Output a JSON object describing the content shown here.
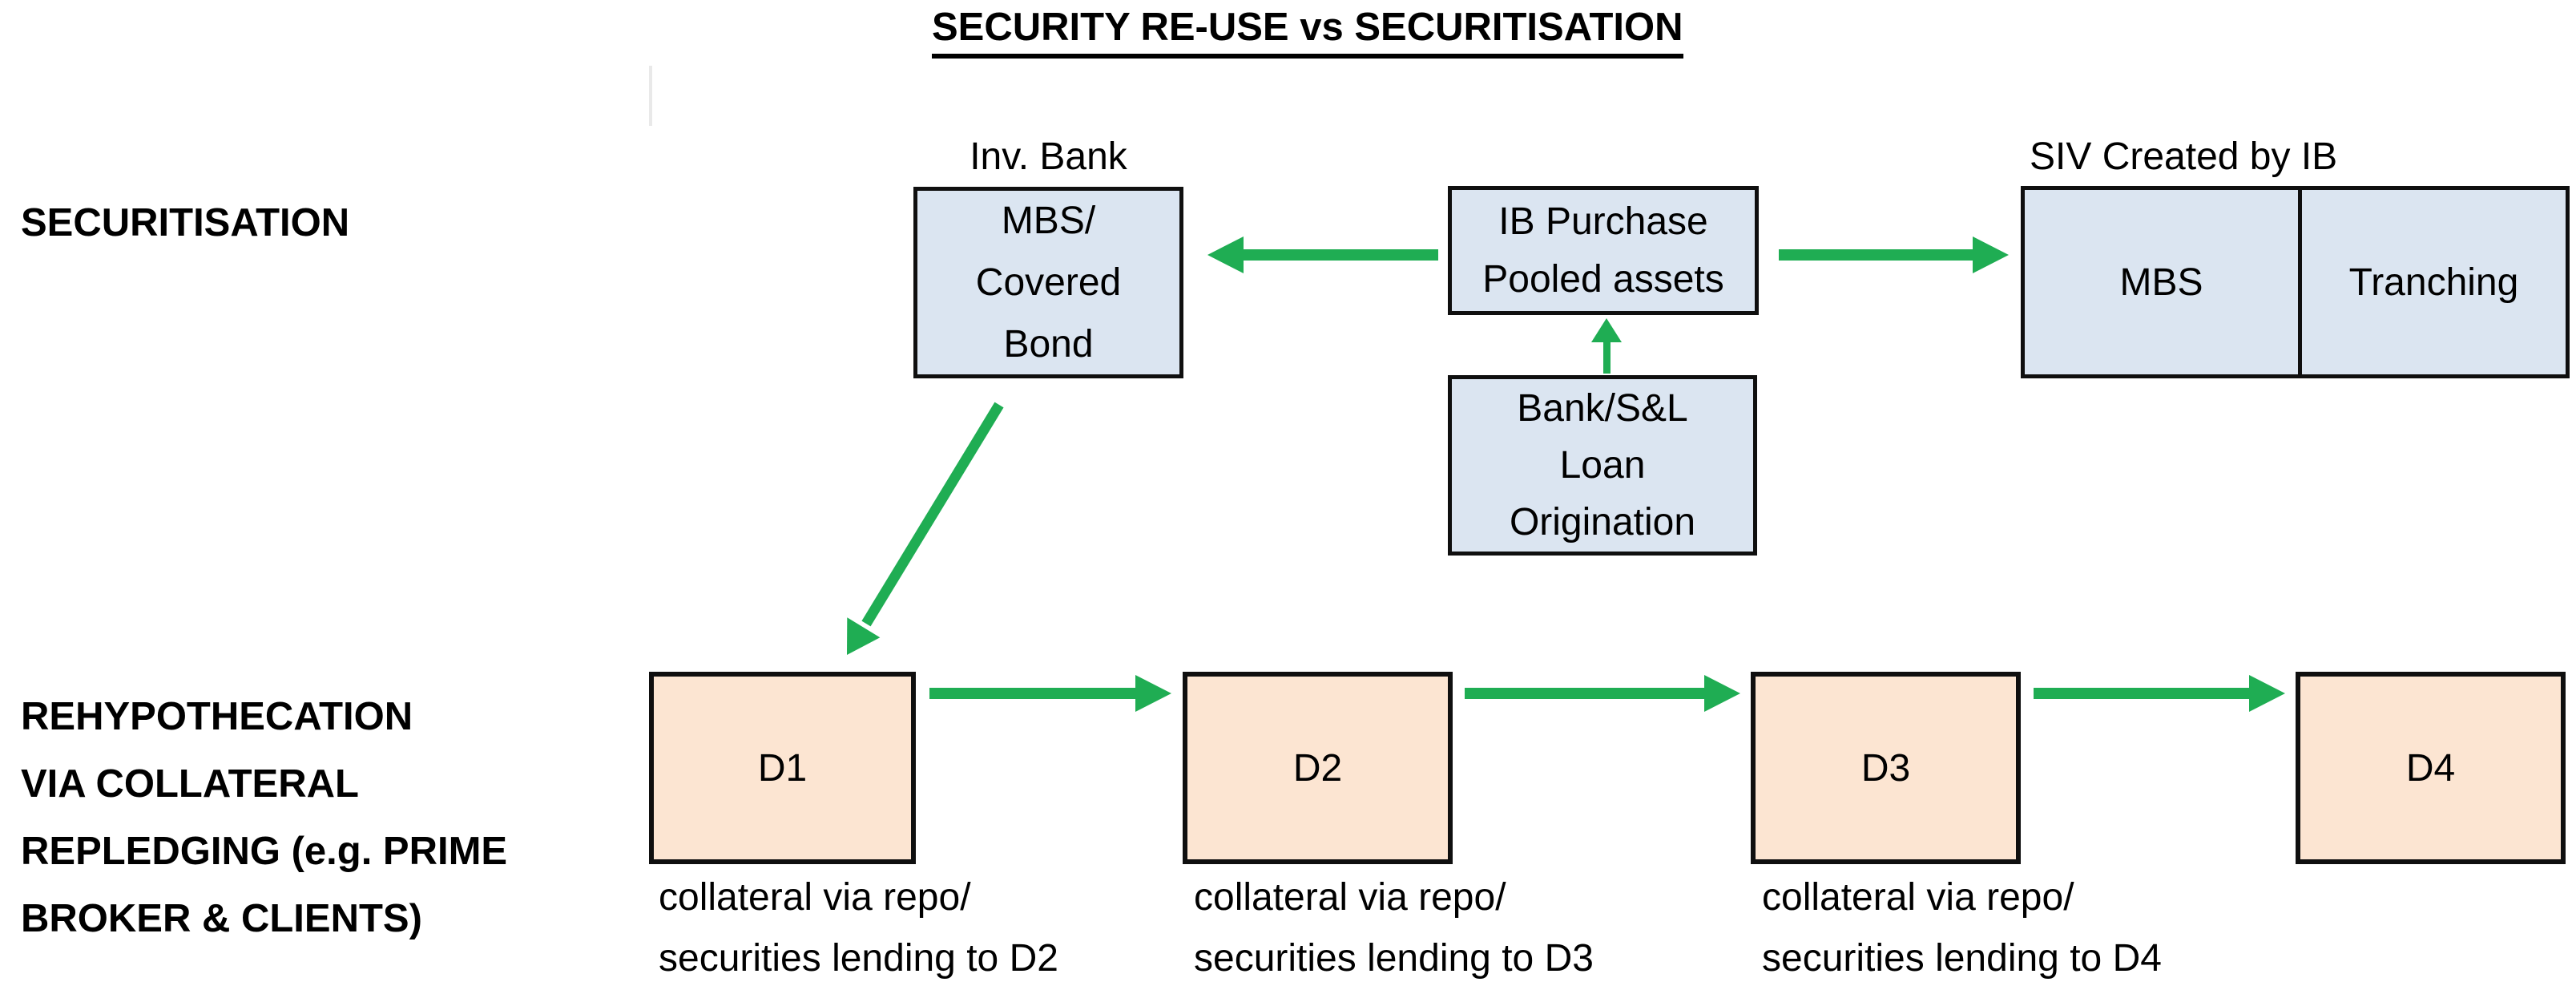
{
  "title": "SECURITY RE-USE vs SECURITISATION",
  "colors": {
    "box_blue": "#dbe5f1",
    "box_peach": "#fce5d2",
    "arrow_green": "#1fad53",
    "border_black": "#0f0f0f",
    "text_black": "#000000",
    "artifact_gray": "#e9e9e9"
  },
  "left_labels": {
    "securitisation": "SECURITISATION",
    "rehypothecation_lines": [
      "REHYPOTHECATION",
      "VIA COLLATERAL",
      "REPLEDGING (e.g. PRIME",
      "BROKER & CLIENTS)"
    ]
  },
  "securitisation_row": {
    "inv_bank_caption": "Inv. Bank",
    "mbs_covered_bond_lines": [
      "MBS/",
      "Covered",
      "Bond"
    ],
    "ib_purchase_lines": [
      "IB Purchase",
      "Pooled assets"
    ],
    "bank_loan_lines": [
      "Bank/S&L",
      "Loan",
      "Origination"
    ],
    "siv_caption": "SIV Created by IB",
    "siv_mbs": "MBS",
    "siv_tranching": "Tranching"
  },
  "rehypothecation_row": {
    "dealers": [
      "D1",
      "D2",
      "D3",
      "D4"
    ],
    "captions": [
      [
        "collateral via repo/",
        "securities lending to D2"
      ],
      [
        "collateral via repo/",
        "securities lending to D3"
      ],
      [
        "collateral via repo/",
        "securities lending to D4"
      ]
    ]
  },
  "arrows": [
    {
      "name": "ib-purchase-to-mbs-covered-bond",
      "direction": "left"
    },
    {
      "name": "ib-purchase-to-siv",
      "direction": "right"
    },
    {
      "name": "bank-loan-to-ib-purchase",
      "direction": "up"
    },
    {
      "name": "mbs-covered-bond-to-d1",
      "direction": "down-left-diagonal"
    },
    {
      "name": "d1-to-d2",
      "direction": "right"
    },
    {
      "name": "d2-to-d3",
      "direction": "right"
    },
    {
      "name": "d3-to-d4",
      "direction": "right"
    }
  ]
}
